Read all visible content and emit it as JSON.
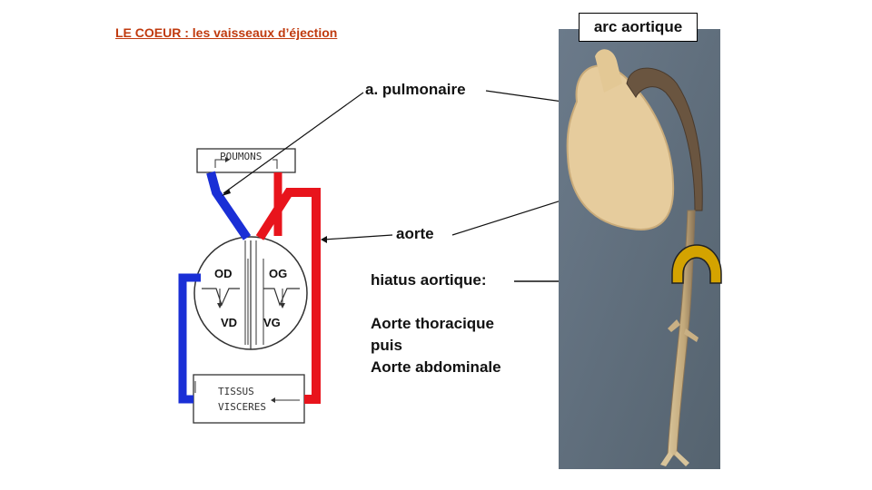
{
  "title": "LE COEUR : les vaisseaux d’éjection",
  "labels": {
    "arc_aortique": "arc aortique",
    "pulmonaire": "a. pulmonaire",
    "aorte": "aorte",
    "hiatus": "hiatus aortique:",
    "line1": "Aorte thoracique",
    "line2": "puis",
    "line3": "Aorte abdominale"
  },
  "diagram": {
    "poumons": "POUMONS",
    "tissus": "TISSUS",
    "visceres": "VISCERES",
    "od": "OD",
    "og": "OG",
    "vd": "VD",
    "vg": "VG"
  },
  "colors": {
    "title": "#c03a0e",
    "venous": "#1a2fd6",
    "arterial": "#e8141c",
    "hiatus": "#d4a300",
    "photo_bg": "#5f6f80",
    "heart": "#e9d3a6"
  }
}
